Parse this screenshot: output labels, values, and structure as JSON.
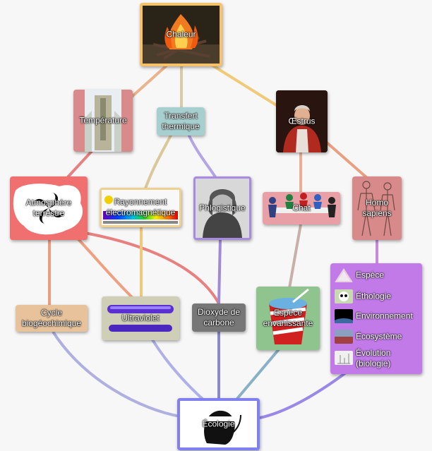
{
  "nodes": {
    "chaleur": "Chaleur",
    "temperature": "Température",
    "transfert": "Transfert thermique",
    "oestrus": "Œstrus",
    "atmosphere": "Atmosphère terrestre",
    "rayonnement": "Rayonnement électromagnétique",
    "phlogistique": "Phlogistique",
    "chat": "Chat",
    "homo": "Homo sapiens",
    "cycle": "Cycle biogéochimique",
    "ultraviolet": "Ultraviolet",
    "dioxyde": "Dioxyde de carbone",
    "espece_env": "Espèce envahissante",
    "ecologie": "Écologie"
  },
  "list": [
    {
      "label": "Espèce",
      "icon": "pyramid-icon"
    },
    {
      "label": "Éthologie",
      "icon": "panda-icon"
    },
    {
      "label": "Environnement",
      "icon": "earth-icon"
    },
    {
      "label": "Écosystème",
      "icon": "landscape-icon"
    },
    {
      "label": "Évolution (biologie)",
      "icon": "tree-icon"
    }
  ],
  "colors": {
    "chaleur_border": "#f5c26b",
    "temperature": "#d98a8a",
    "transfert": "#a8cfcf",
    "oestrus_edge": "#e8a77a",
    "atmosphere": "#f07070",
    "phlogistique_border": "#a88ae0",
    "chat": "#e8a0a6",
    "homo": "#d88a8a",
    "list_bg": "#c17ae8",
    "cycle": "#e8c29a",
    "dioxyde": "#777777",
    "espece_env": "#8fc48f",
    "ecologie_border": "#8080f0"
  }
}
